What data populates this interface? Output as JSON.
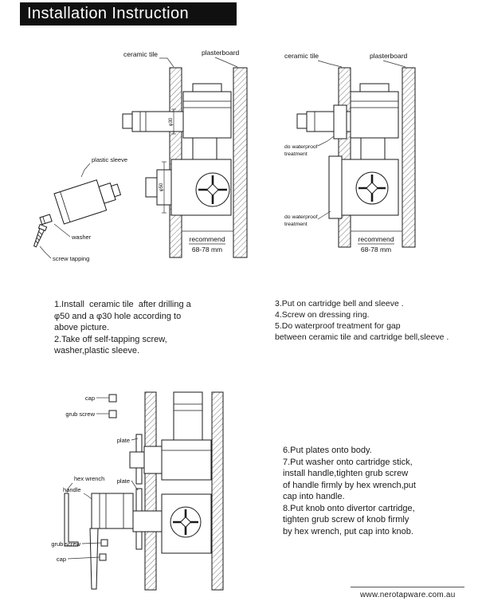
{
  "page": {
    "title": "Installation Instruction",
    "footer_url": "www.nerotapware.com.au"
  },
  "top_left": {
    "labels": {
      "ceramic_tile": "ceramic tile",
      "plasterboard": "plasterboard",
      "plastic_sleeve": "plastic sleeve",
      "washer": "washer",
      "screw_tapping": "screw tapping",
      "dim_small": "φ30",
      "dim_large": "φ50",
      "recommend": "recommend",
      "recommend_value": "68-78 mm"
    },
    "steps": "1.Install  ceramic tile  after drilling a\nφ50 and a φ30 hole according to\nabove picture.\n2.Take off self-tapping screw,\nwasher,plastic sleeve."
  },
  "top_right": {
    "labels": {
      "ceramic_tile": "ceramic tile",
      "plasterboard": "plasterboard",
      "waterproof1_line1": "do waterproof",
      "waterproof1_line2": "treatment",
      "waterproof2_line1": "do waterproof",
      "waterproof2_line2": "treatment",
      "recommend": "recommend",
      "recommend_value": "68-78 mm"
    },
    "steps": "3.Put on cartridge bell and sleeve .\n4.Screw on dressing ring.\n5.Do waterproof treatment for gap\nbetween ceramic tile and cartridge bell,sleeve ."
  },
  "bottom": {
    "labels": {
      "cap_top": "cap",
      "grub_screw_top": "grub screw",
      "plate_1": "plate",
      "plate_2": "plate",
      "hex_wrench": "hex wrench",
      "handle": "handle",
      "grub_screw_bottom": "grub screw",
      "cap_bottom": "cap"
    },
    "steps": "6.Put plates onto body.\n7.Put washer onto cartridge stick,\ninstall handle,tighten grub screw\nof handle firmly by hex wrench,put\ncap into handle.\n8.Put knob onto divertor cartridge,\ntighten grub screw of knob firmly\nby hex wrench, put cap into knob."
  }
}
